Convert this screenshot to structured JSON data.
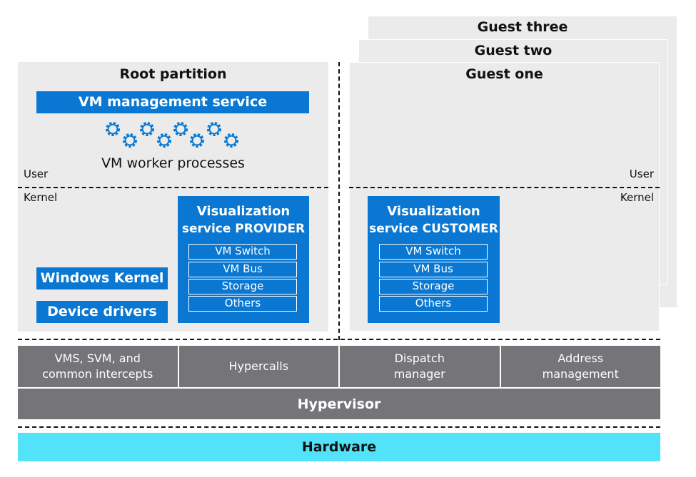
{
  "root": {
    "title": "Root partition",
    "vm_management": "VM management service",
    "worker_processes": "VM worker processes",
    "user_label": "User",
    "kernel_label": "Kernel",
    "windows_kernel": "Windows Kernel",
    "device_drivers": "Device drivers",
    "provider": {
      "title_line1": "Visualization",
      "title_line2": "service PROVIDER",
      "items": [
        "VM Switch",
        "VM Bus",
        "Storage",
        "Others"
      ]
    }
  },
  "guests": {
    "three": "Guest three",
    "two": "Guest two",
    "one": "Guest one",
    "user_label": "User",
    "kernel_label": "Kernel",
    "customer": {
      "title_line1": "Visualization",
      "title_line2": "service CUSTOMER",
      "items": [
        "VM Switch",
        "VM Bus",
        "Storage",
        "Others"
      ]
    }
  },
  "hypervisor": {
    "cells": [
      {
        "line1": "VMS, SVM, and",
        "line2": "common intercepts"
      },
      {
        "line1": "Hypercalls",
        "line2": ""
      },
      {
        "line1": "Dispatch",
        "line2": "manager"
      },
      {
        "line1": "Address",
        "line2": "management"
      }
    ],
    "label": "Hypervisor"
  },
  "hardware": {
    "label": "Hardware"
  },
  "colors": {
    "accent_blue": "#0a78d2",
    "panel_gray": "#ebebeb",
    "hypervisor_gray": "#757579",
    "hardware_cyan": "#52e3fa",
    "gear_blue": "#0a78d2"
  },
  "icons": {
    "worker_gears": "gear-icon"
  }
}
